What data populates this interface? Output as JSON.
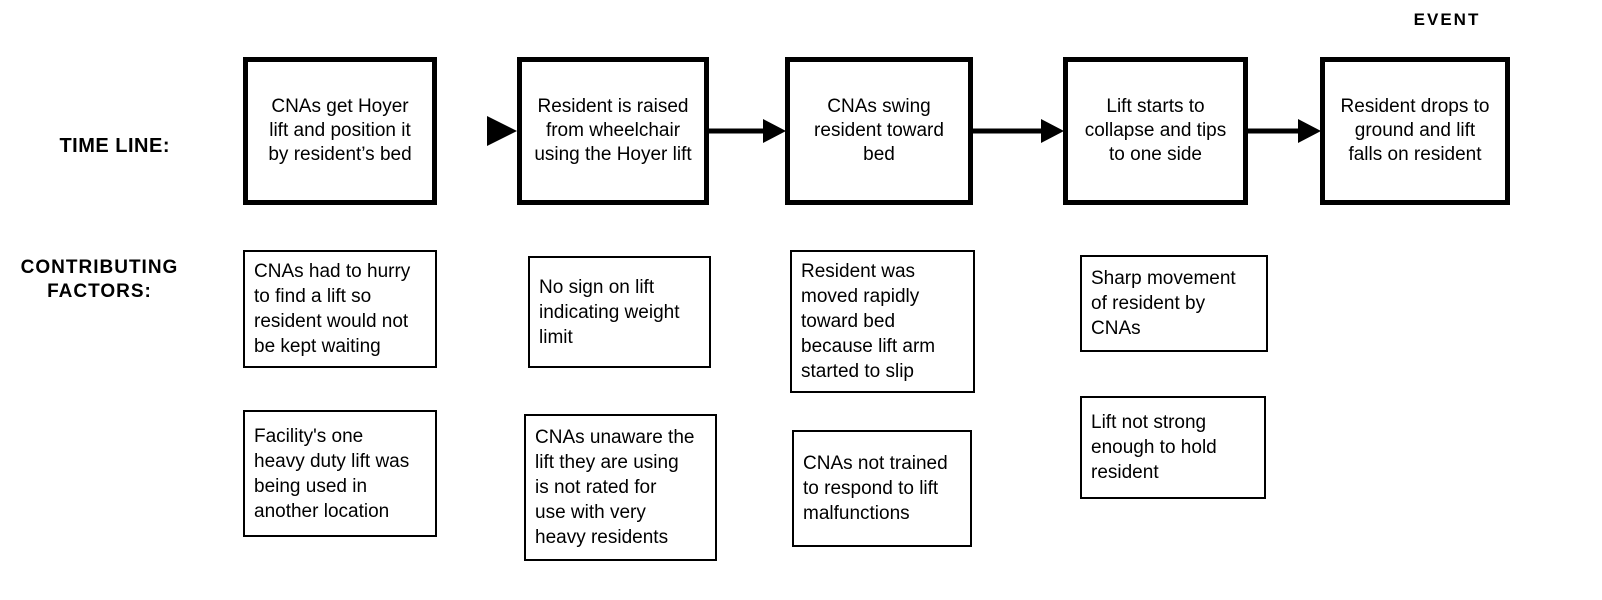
{
  "labels": {
    "timeline": "TIME LINE:",
    "contributing_factors": "CONTRIBUTING\nFACTORS:",
    "event": "EVENT"
  },
  "timeline_steps": [
    {
      "text": "CNAs get Hoyer\nlift and position it\nby resident’s bed"
    },
    {
      "text": "Resident is raised\nfrom wheelchair\nusing the Hoyer lift"
    },
    {
      "text": "CNAs swing\nresident toward\nbed"
    },
    {
      "text": "Lift starts to\ncollapse and tips\nto one side"
    },
    {
      "text": "Resident drops to\nground and lift\nfalls on resident"
    }
  ],
  "factors": [
    {
      "text": "CNAs had to hurry\nto find a lift so\nresident would not\nbe kept waiting"
    },
    {
      "text": "Facility's one\nheavy duty lift was\nbeing used in\nanother location"
    },
    {
      "text": "No sign on lift\nindicating weight\nlimit"
    },
    {
      "text": "CNAs unaware the\nlift they are using\nis not rated for\nuse with very\nheavy residents"
    },
    {
      "text": "Resident was\nmoved rapidly\ntoward bed\nbecause lift arm\nstarted to slip"
    },
    {
      "text": "CNAs not trained\nto respond to lift\nmalfunctions"
    },
    {
      "text": "Sharp movement\nof resident by\nCNAs"
    },
    {
      "text": "Lift not strong\nenough to hold\nresident"
    }
  ],
  "colors": {
    "ink": "#000000",
    "background": "#ffffff"
  }
}
